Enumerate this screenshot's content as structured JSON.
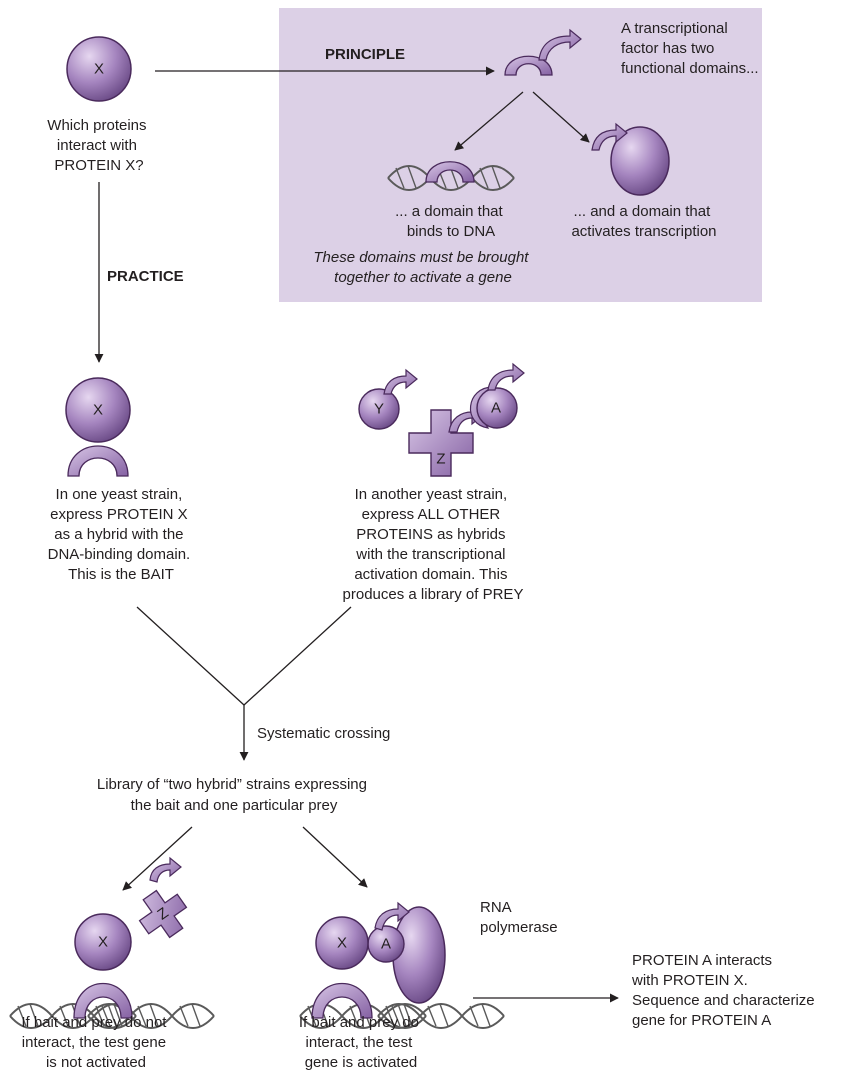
{
  "protein_x_letter": "X",
  "question_lines": [
    "Which proteins",
    "interact with",
    "PROTEIN X?"
  ],
  "principle_label": "PRINCIPLE",
  "practice_label": "PRACTICE",
  "tf_lines": [
    "A transcriptional",
    "factor has two",
    "functional domains..."
  ],
  "dna_domain_lines": [
    "... a domain that",
    "binds to DNA"
  ],
  "activation_domain_lines": [
    "... and a domain that",
    "activates transcription"
  ],
  "must_lines": [
    "These domains must be brought",
    "together to activate a gene"
  ],
  "bait_lines": [
    "In one yeast strain,",
    "express PROTEIN X",
    "as a hybrid with the",
    "DNA-binding domain.",
    "This is the BAIT"
  ],
  "prey_lines": [
    "In another yeast strain,",
    "express ALL OTHER",
    "PROTEINS as hybrids",
    "with the transcriptional",
    "activation domain. This",
    "produces a library of PREY"
  ],
  "prey_letters": {
    "y": "Y",
    "z": "Z",
    "a": "A"
  },
  "crossing_label": "Systematic crossing",
  "library_lines": [
    "Library of “two hybrid” strains expressing",
    "the bait and one particular prey"
  ],
  "rna_pol_lines": [
    "RNA",
    "polymerase"
  ],
  "no_interact_lines": [
    "If bait and prey do not",
    "interact, the test gene",
    "is not activated"
  ],
  "interact_lines": [
    "If bait and prey do",
    "interact, the test",
    "gene is activated"
  ],
  "result_lines": [
    "PROTEIN A interacts",
    "with PROTEIN X.",
    "Sequence and characterize",
    "gene for PROTEIN A"
  ],
  "colors": {
    "protein_purple": "#9b79b6",
    "protein_dark": "#4a2a5c",
    "panel_lavender": "#dcd0e6",
    "line": "#231f20"
  }
}
